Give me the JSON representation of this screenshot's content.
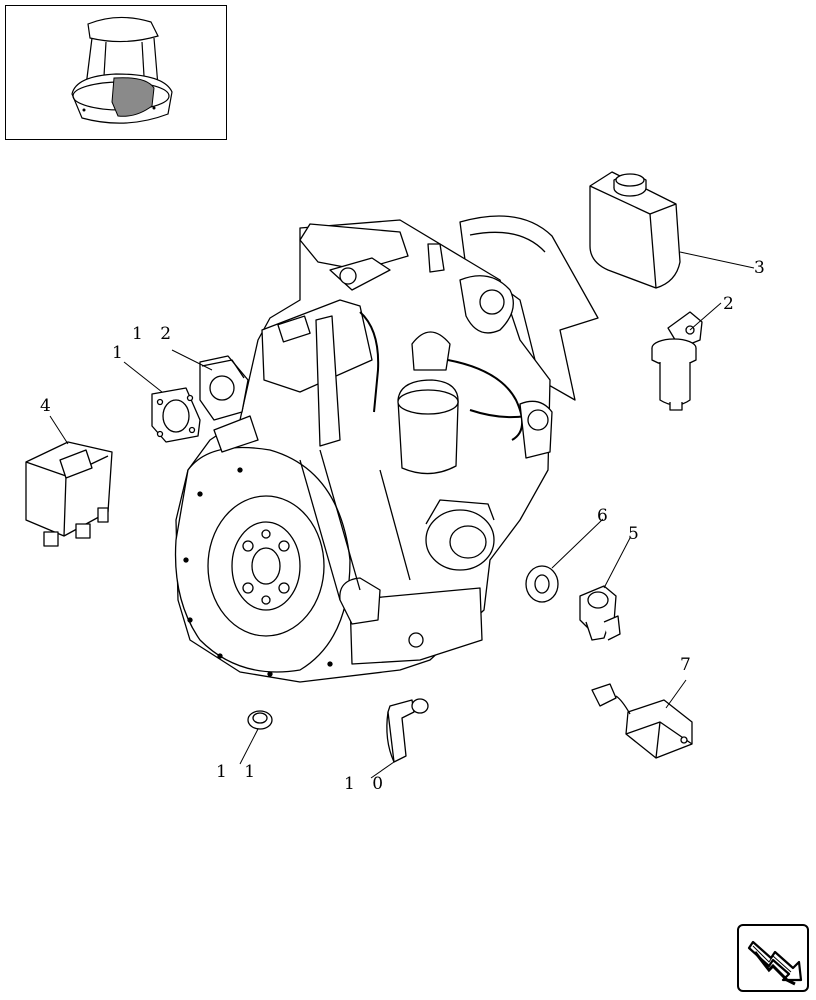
{
  "callouts": {
    "c1": "1",
    "c2": "2",
    "c3": "3",
    "c4": "4",
    "c5": "5",
    "c6": "6",
    "c7": "7",
    "c10": "1 0",
    "c11": "1 1",
    "c12": "1 2"
  },
  "icons": {
    "locator": "machine-locator-thumbnail",
    "nav": "next-page-arrow-icon"
  },
  "colors": {
    "line": "#000000",
    "highlight": "#8a8a8a",
    "paper": "#ffffff"
  }
}
